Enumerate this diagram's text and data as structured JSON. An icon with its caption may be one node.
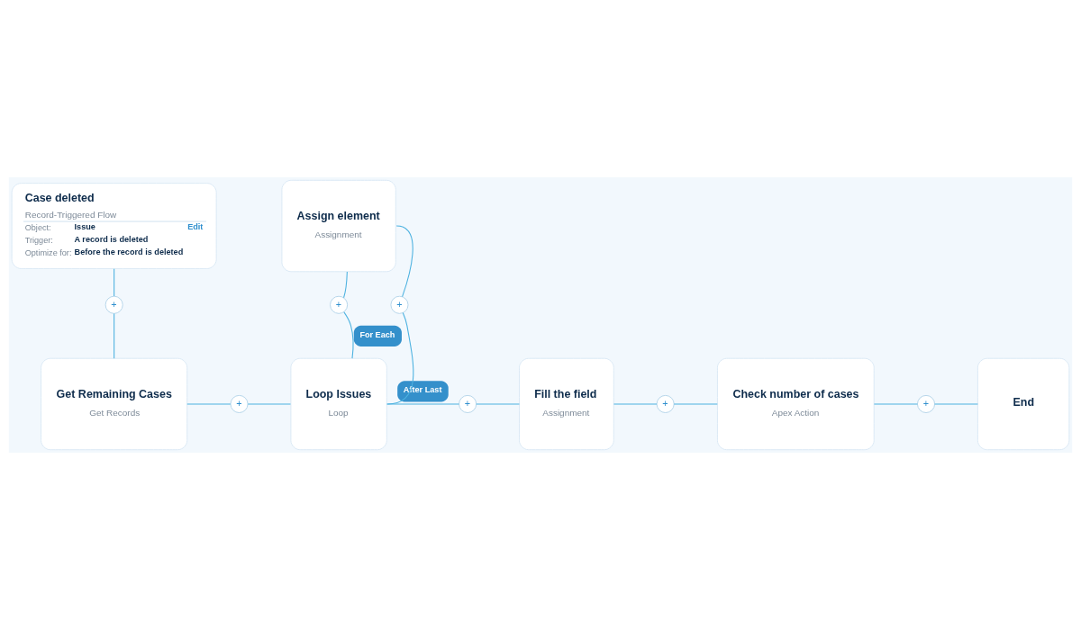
{
  "diagram": {
    "nodes": [
      {
        "text": [
          "Case deleted",
          "Record-Triggered Flow",
          "Object: **Issue**",
          "Edit",
          "Trigger: **A record is deleted**",
          "Optimize for: **Before the record is deleted**"
        ]
      },
      {
        "text": [
          "Assign element",
          "Assignment"
        ]
      },
      {
        "text": [
          "+"
        ]
      },
      {
        "text": [
          "+"
        ]
      },
      {
        "text": [
          "Get Remaining Cases",
          "Get Records"
        ]
      },
      {
        "text": [
          "+"
        ]
      },
      {
        "text": [
          "Loop Issues",
          "Loop"
        ]
      },
      {
        "text": [
          "+"
        ]
      },
      {
        "text": [
          "+"
        ]
      },
      {
        "text": [
          "Fill the field",
          "Assignment"
        ]
      },
      {
        "text": [
          "+"
        ]
      },
      {
        "text": [
          "Check number of cases",
          "Apex Action"
        ]
      },
      {
        "text": [
          "+"
        ]
      },
      {
        "text": [
          "End"
        ]
      }
    ],
    "edges": [
      {
        "from": 0,
        "to": 3,
        "arrow": "none"
      },
      {
        "from": 3,
        "to": 4,
        "arrow": "none"
      },
      {
        "from": 4,
        "to": 5,
        "arrow": "none"
      },
      {
        "from": 5,
        "to": 6,
        "arrow": "none"
      },
      {
        "from": 6,
        "to": 2,
        "arrow": "none",
        "label": "For Each"
      },
      {
        "from": 2,
        "to": 1,
        "arrow": "none"
      },
      {
        "from": 1,
        "to": 7,
        "arrow": "none"
      },
      {
        "from": 7,
        "to": 6,
        "arrow": "none"
      },
      {
        "from": 6,
        "to": 8,
        "arrow": "none",
        "label": "After Last"
      },
      {
        "from": 8,
        "to": 9,
        "arrow": "none"
      },
      {
        "from": 9,
        "to": 10,
        "arrow": "none"
      },
      {
        "from": 10,
        "to": 11,
        "arrow": "none"
      },
      {
        "from": 11,
        "to": 12,
        "arrow": "none"
      },
      {
        "from": 12,
        "to": 13,
        "arrow": "none"
      }
    ]
  }
}
